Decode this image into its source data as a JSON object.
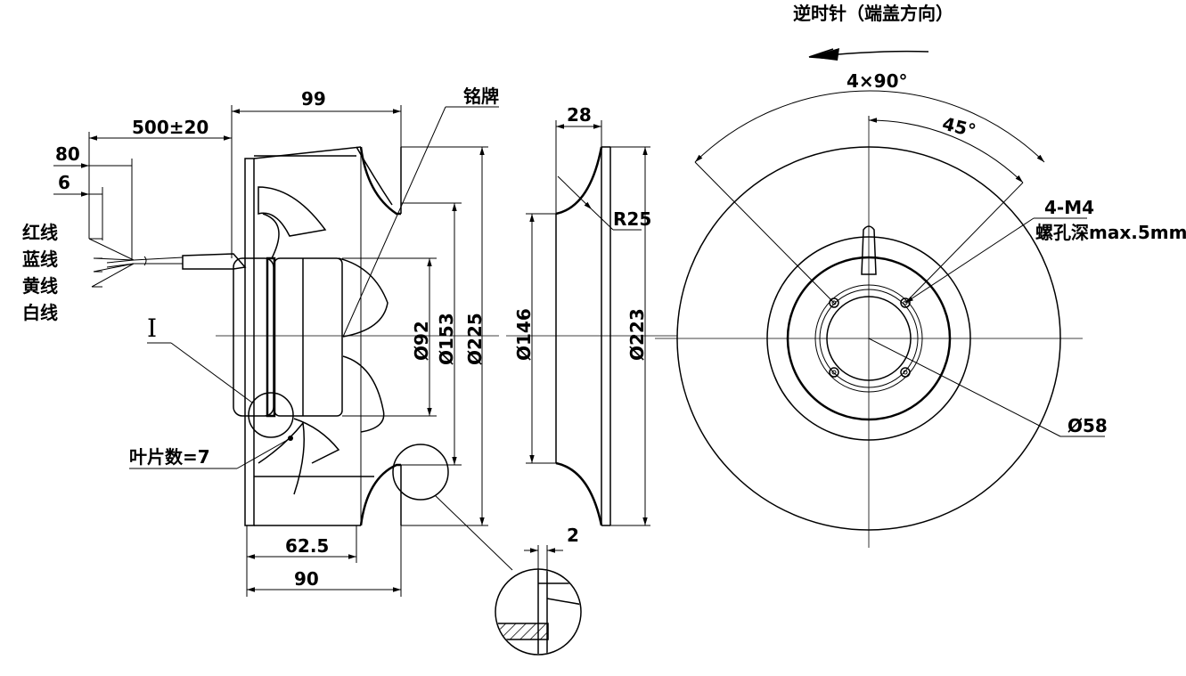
{
  "rotation": {
    "label": "逆时针（端盖方向）"
  },
  "side_view": {
    "dims": {
      "overall_width": "99",
      "cable_length": "500±20",
      "strip_length": "80",
      "tin_length": "6",
      "dia_92": "Ø92",
      "dia_153": "Ø153",
      "dia_225": "Ø225",
      "depth_62_5": "62.5",
      "depth_90": "90"
    },
    "labels": {
      "nameplate": "铭牌",
      "detail_marker": "I",
      "blade_count": "叶片数=7"
    },
    "wires": [
      "红线",
      "蓝线",
      "黄线",
      "白线"
    ]
  },
  "inlet_ring": {
    "dims": {
      "width_28": "28",
      "radius": "R25",
      "dia_146": "Ø146",
      "dia_223": "Ø223"
    }
  },
  "detail": {
    "gap": "2"
  },
  "front_view": {
    "dims": {
      "pattern_angle": "4×90°",
      "offset_angle": "45°",
      "hub_dia": "Ø58"
    },
    "labels": {
      "screw_spec": "4-M4",
      "screw_depth": "螺孔深max.5mm"
    }
  }
}
